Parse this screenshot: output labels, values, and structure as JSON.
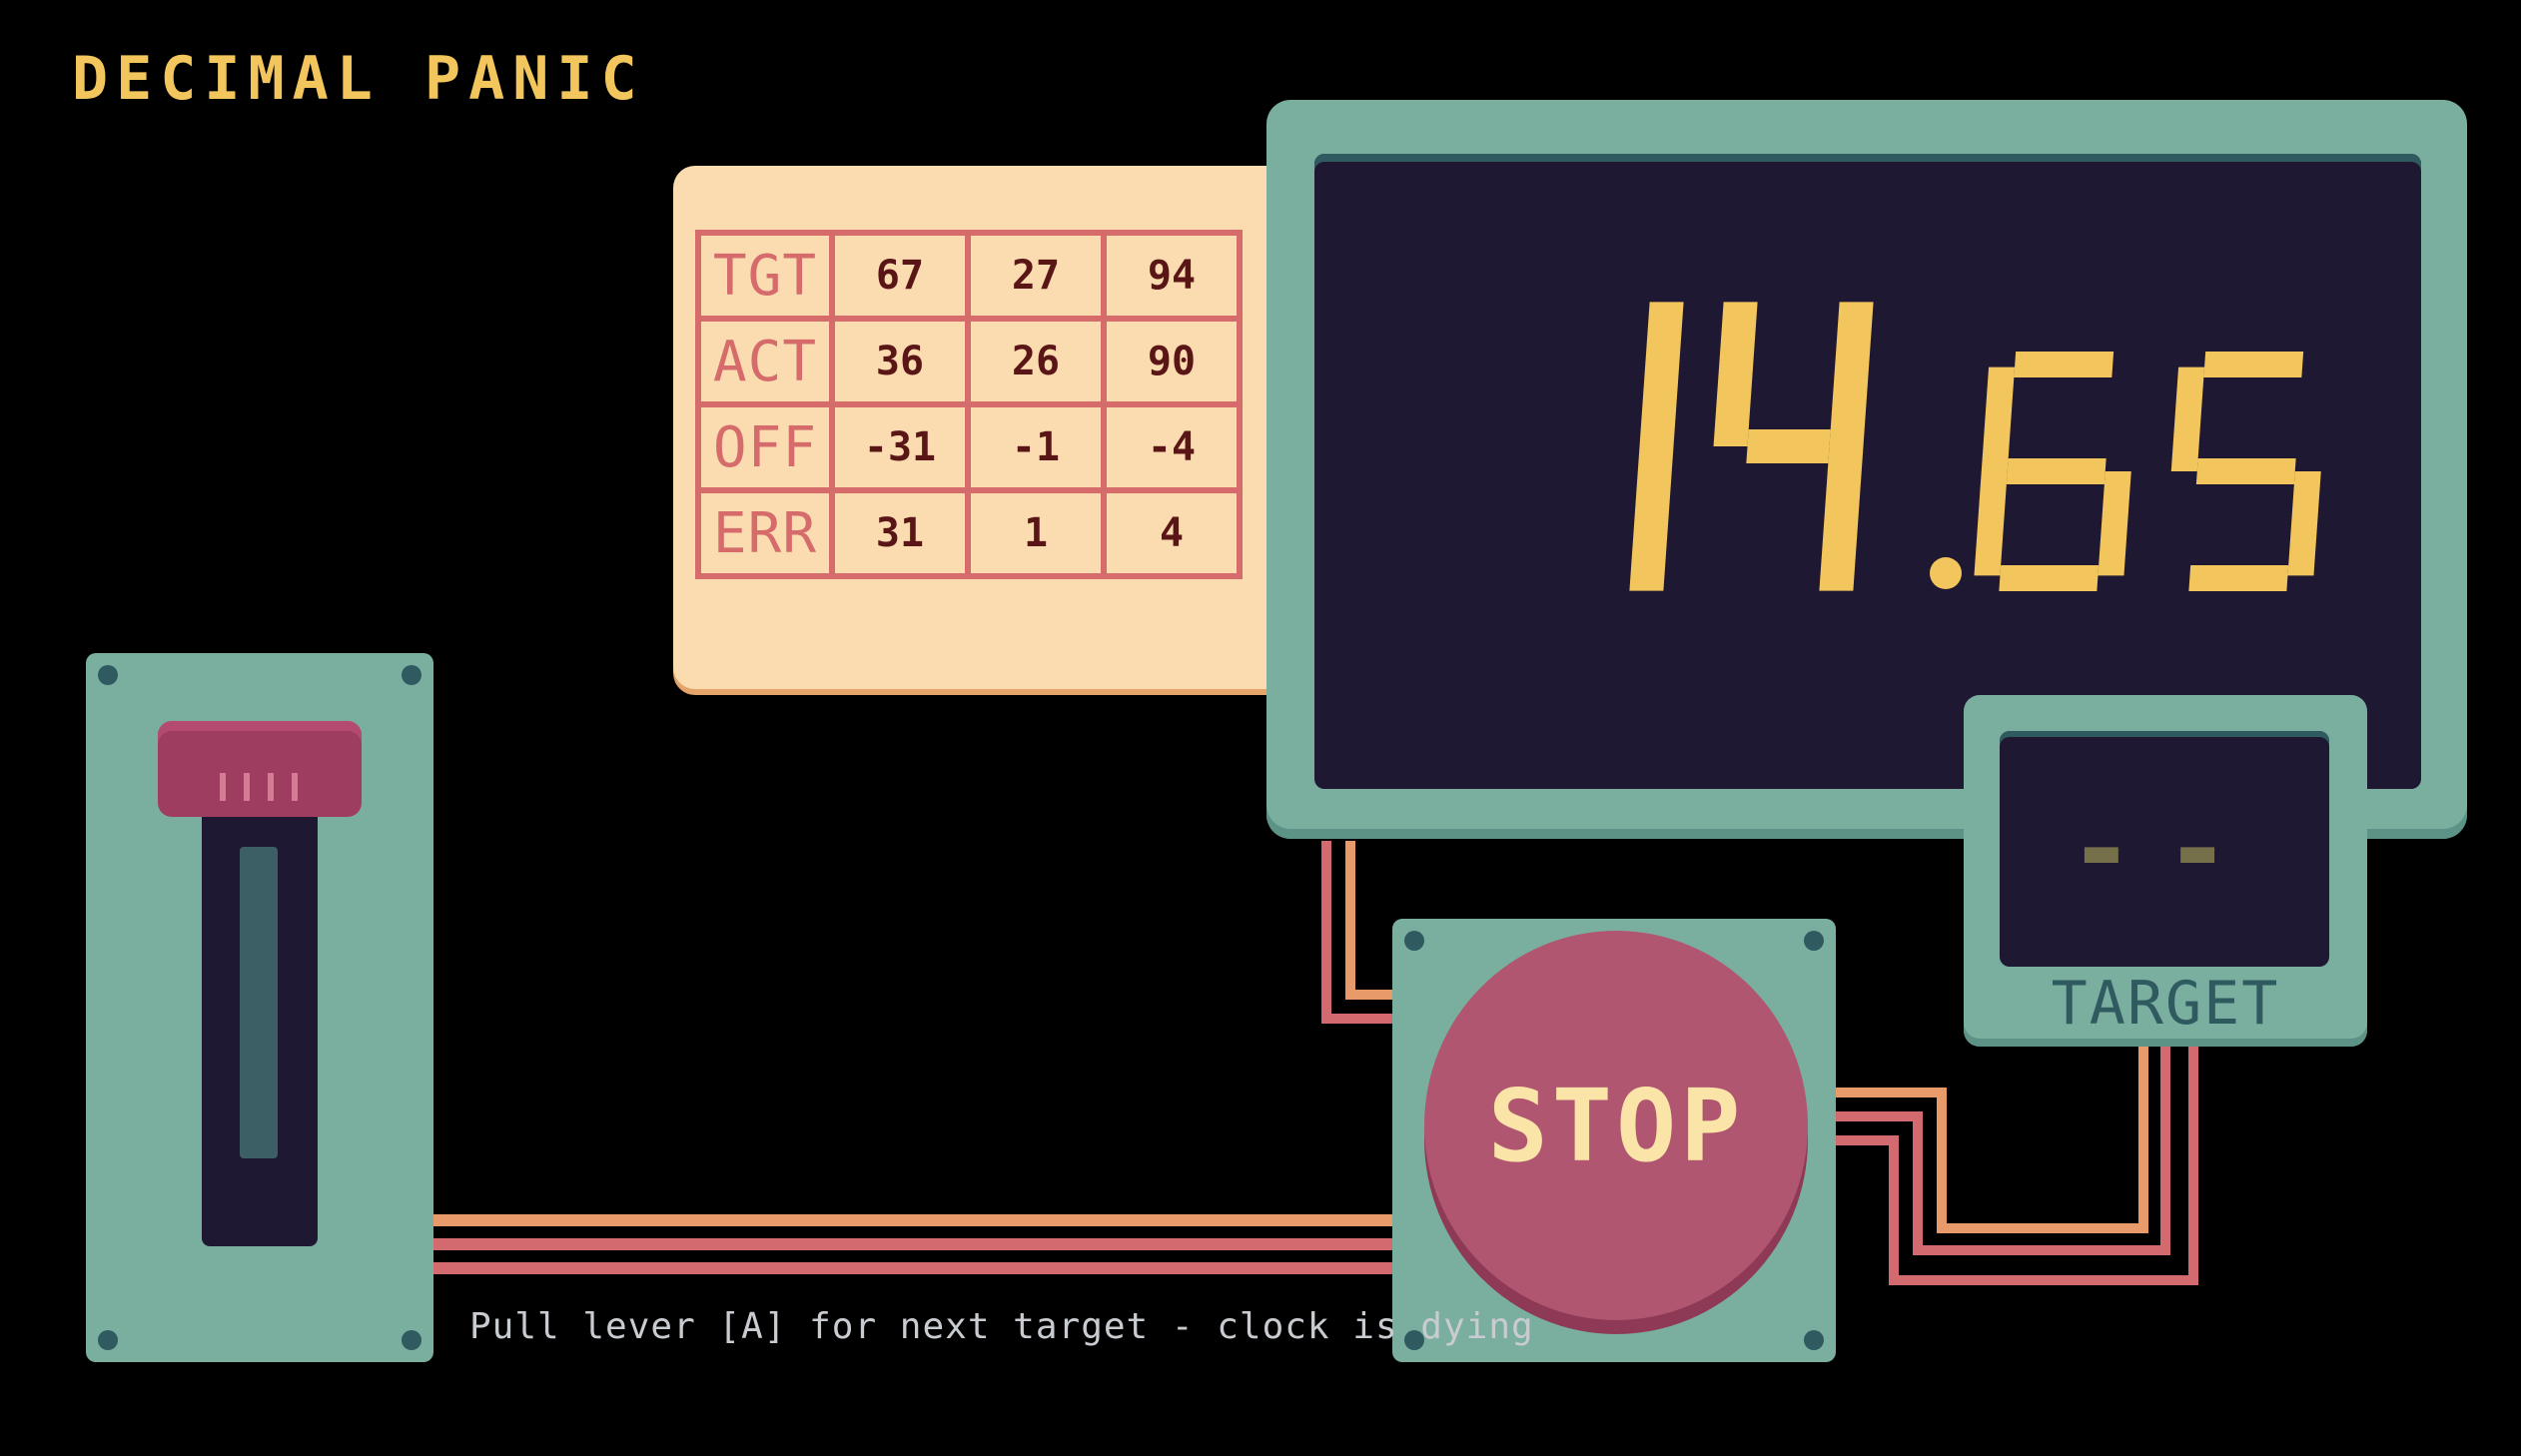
{
  "title": "DECIMAL PANIC",
  "score_table": {
    "rows": [
      {
        "label": "TGT",
        "values": [
          "67",
          "27",
          "94"
        ]
      },
      {
        "label": "ACT",
        "values": [
          "36",
          "26",
          "90"
        ]
      },
      {
        "label": "OFF",
        "values": [
          "-31",
          "-1",
          "-4"
        ]
      },
      {
        "label": "ERR",
        "values": [
          "31",
          "1",
          "4"
        ]
      }
    ]
  },
  "timer": {
    "seconds": "14",
    "hundredths": "65",
    "display": "14.65"
  },
  "target": {
    "value": "--",
    "label": "TARGET"
  },
  "stop_button": {
    "label": "STOP"
  },
  "hint": "Pull lever [A] for next target - clock is dying",
  "colors": {
    "background": "#000000",
    "panel": "#7aae9f",
    "screen": "#1f1833",
    "digit": "#f2c65c",
    "card": "#fadcb0",
    "table_line": "#d66b6b",
    "stop_button": "#b05670",
    "lever_handle": "#9e3d60",
    "wire_orange": "#e89a6a",
    "wire_pink": "#d36a70"
  },
  "icons": [
    "lever-handle-icon",
    "stop-button-icon",
    "screw-icon"
  ]
}
